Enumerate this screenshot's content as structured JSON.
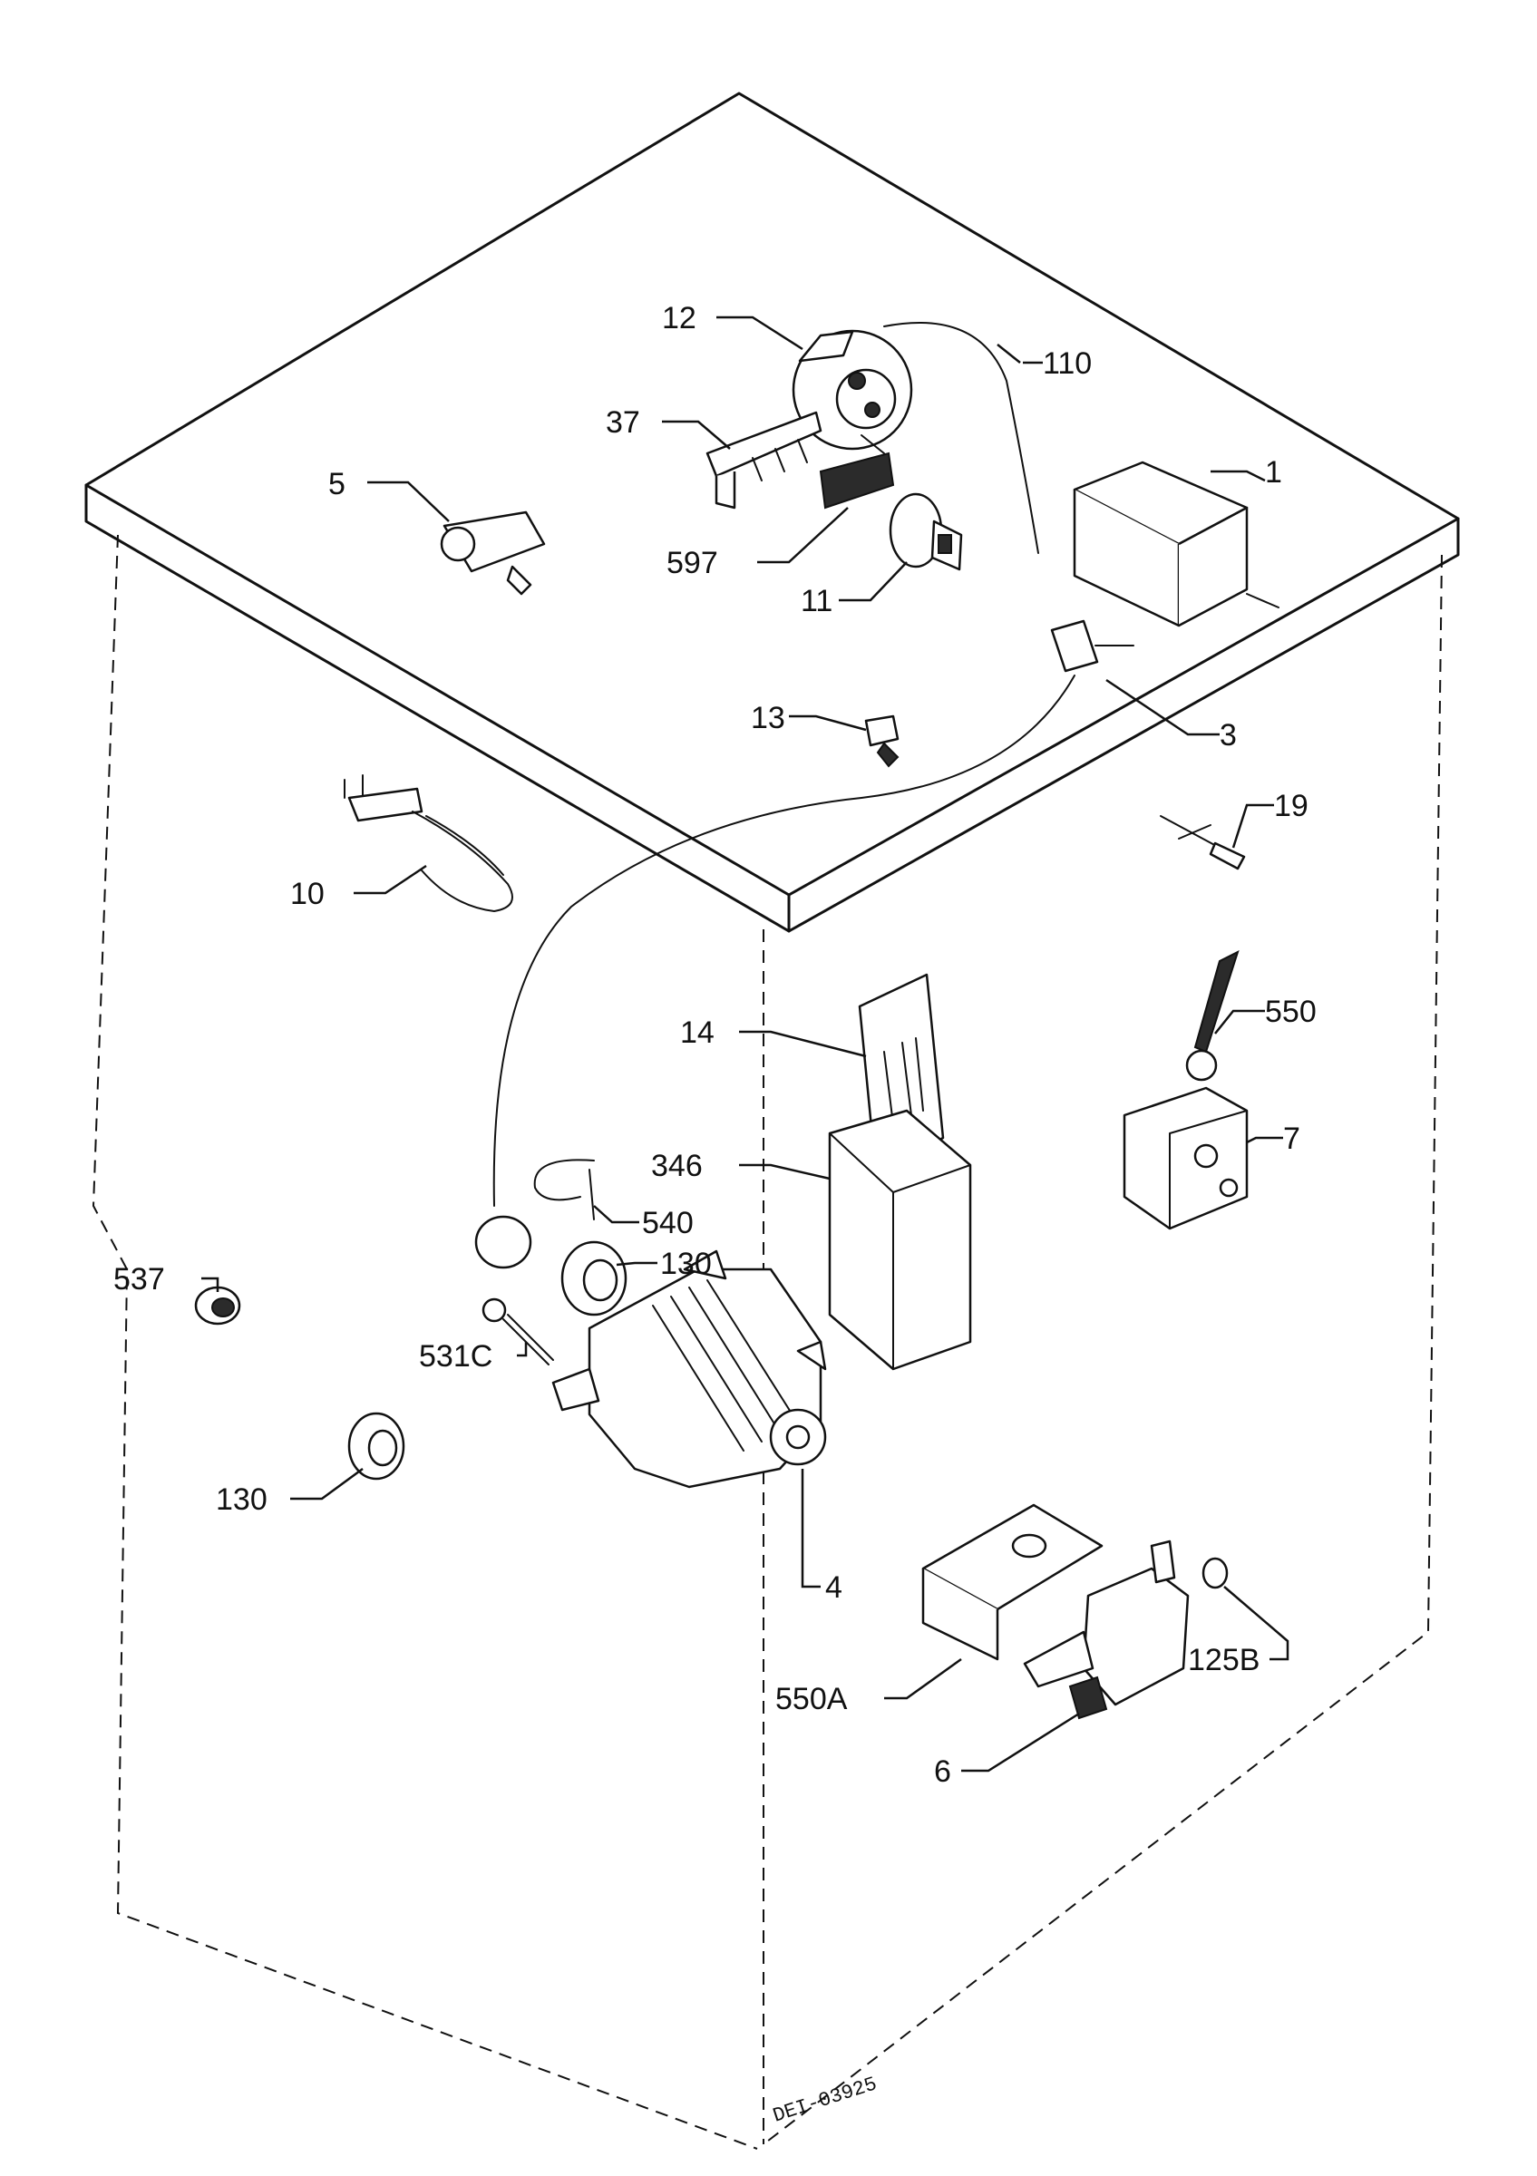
{
  "callouts": [
    {
      "id": "12",
      "text": "12"
    },
    {
      "id": "110",
      "text": "110"
    },
    {
      "id": "37",
      "text": "37"
    },
    {
      "id": "5",
      "text": "5"
    },
    {
      "id": "1",
      "text": "1"
    },
    {
      "id": "597",
      "text": "597"
    },
    {
      "id": "11",
      "text": "11"
    },
    {
      "id": "13",
      "text": "13"
    },
    {
      "id": "3",
      "text": "3"
    },
    {
      "id": "19",
      "text": "19"
    },
    {
      "id": "10",
      "text": "10"
    },
    {
      "id": "550",
      "text": "550"
    },
    {
      "id": "14",
      "text": "14"
    },
    {
      "id": "7",
      "text": "7"
    },
    {
      "id": "346",
      "text": "346"
    },
    {
      "id": "540",
      "text": "540"
    },
    {
      "id": "537",
      "text": "537"
    },
    {
      "id": "130a",
      "text": "130"
    },
    {
      "id": "531c",
      "text": "531C"
    },
    {
      "id": "130b",
      "text": "130"
    },
    {
      "id": "4",
      "text": "4"
    },
    {
      "id": "550a",
      "text": "550A"
    },
    {
      "id": "125b",
      "text": "125B"
    },
    {
      "id": "6",
      "text": "6"
    }
  ],
  "drawing_code": "DEI-03925"
}
